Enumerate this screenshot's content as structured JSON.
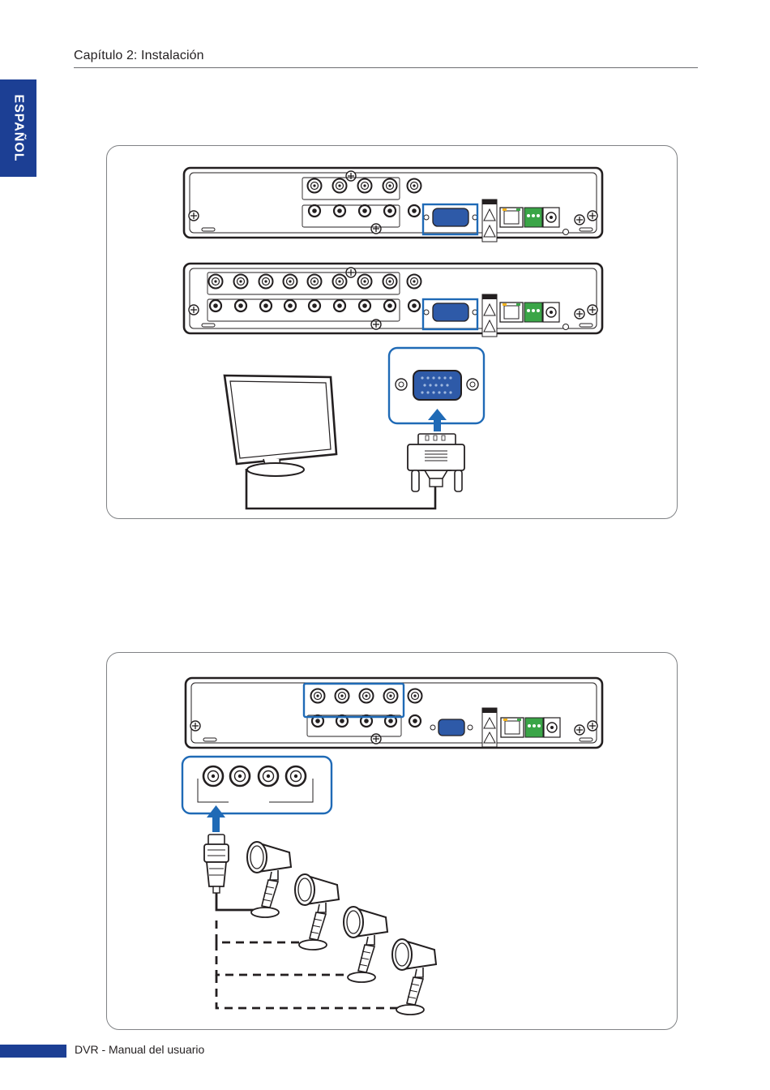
{
  "header": {
    "chapter_title": "Capítulo 2: Instalación"
  },
  "side_tab": {
    "language": "ESPAÑOL"
  },
  "footer": {
    "manual_title": "DVR - Manual del usuario"
  },
  "colors": {
    "accent_blue": "#1c3f94",
    "highlight_blue": "#1f6ab6",
    "vga_blue": "#2e5aa8",
    "power_green": "#3aa547"
  },
  "figures": [
    {
      "id": "vga-monitor-connection",
      "icons": [
        "dvr-4ch-rear-panel",
        "dvr-8ch-rear-panel",
        "monitor-icon",
        "vga-port-icon",
        "vga-cable-icon",
        "arrow-up-icon"
      ]
    },
    {
      "id": "camera-bnc-connection",
      "icons": [
        "dvr-4ch-rear-panel",
        "bnc-inputs-zoom",
        "bnc-plug-icon",
        "camera-icon",
        "arrow-up-icon"
      ]
    }
  ]
}
